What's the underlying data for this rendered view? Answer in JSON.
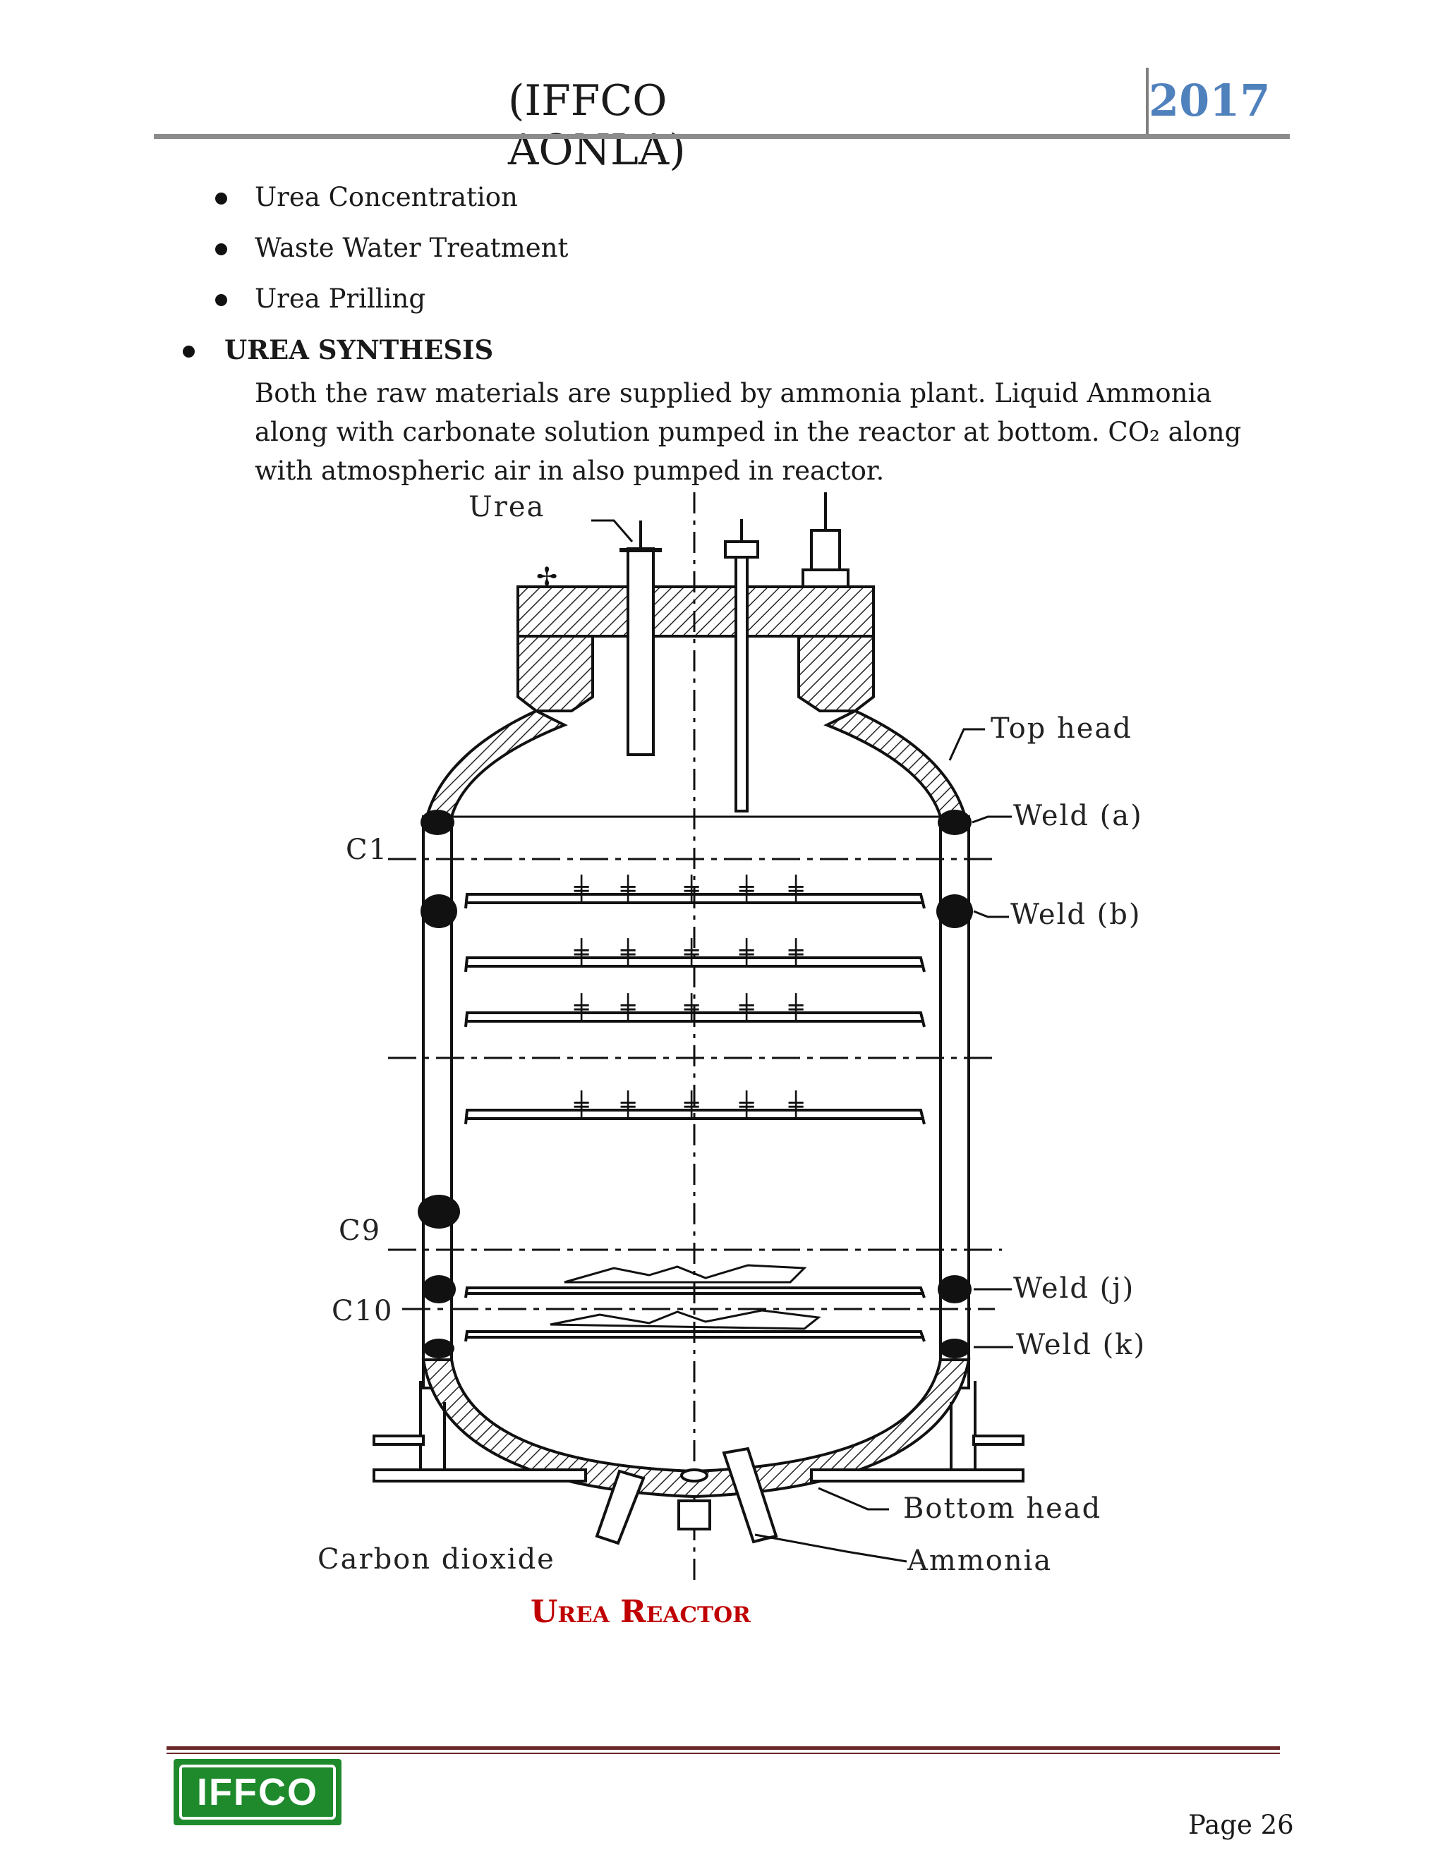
{
  "header": {
    "title": "(IFFCO AONLA)",
    "year": "2017"
  },
  "sub_bullets": [
    "Urea Concentration",
    "Waste Water Treatment",
    "Urea Prilling"
  ],
  "section": {
    "title": "UREA SYNTHESIS",
    "paragraph": "Both the raw materials are supplied by ammonia plant. Liquid Ammonia along with carbonate solution pumped in the reactor at bottom. CO₂ along with atmospheric air in also pumped in reactor."
  },
  "diagram": {
    "labels": {
      "urea": "Urea",
      "top_head": "Top head",
      "weld_a": "Weld (a)",
      "weld_b": "Weld (b)",
      "weld_j": "Weld (j)",
      "weld_k": "Weld (k)",
      "c1": "C1",
      "c9": "C9",
      "c10": "C10",
      "bottom_head": "Bottom head",
      "carbon_dioxide": "Carbon dioxide",
      "ammonia": "Ammonia"
    },
    "caption": "Urea Reactor"
  },
  "footer": {
    "logo_text": "IFFCO",
    "page": "Page 26",
    "logo_color": "#1e8a2c"
  },
  "colors": {
    "year": "#4f81bd",
    "caption": "#c00000",
    "footer_rule": "#6b2a2a"
  }
}
